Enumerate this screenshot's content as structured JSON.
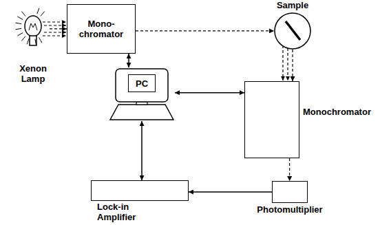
{
  "diagram": {
    "nodes": [
      {
        "text": [
          "Xenon Lamp"
        ]
      },
      {
        "text": [
          "Mono- chromator"
        ]
      },
      {
        "text": [
          "Sample"
        ]
      },
      {
        "text": [
          "PC"
        ]
      },
      {
        "text": [
          "Monochromator"
        ]
      },
      {
        "text": [
          "Lock-in Amplifier"
        ]
      },
      {
        "text": [
          "Photomultiplier"
        ]
      }
    ],
    "edges": [
      {
        "from": 0,
        "to": 1,
        "arrow": "to"
      },
      {
        "from": 1,
        "to": 2,
        "arrow": "to"
      },
      {
        "from": 2,
        "to": 4,
        "arrow": "to"
      },
      {
        "from": 1,
        "to": 3,
        "arrow": "both"
      },
      {
        "from": 3,
        "to": 4,
        "arrow": "both"
      },
      {
        "from": 3,
        "to": 5,
        "arrow": "both"
      },
      {
        "from": 4,
        "to": 6,
        "arrow": "to"
      },
      {
        "from": 6,
        "to": 5,
        "arrow": "to"
      }
    ]
  }
}
